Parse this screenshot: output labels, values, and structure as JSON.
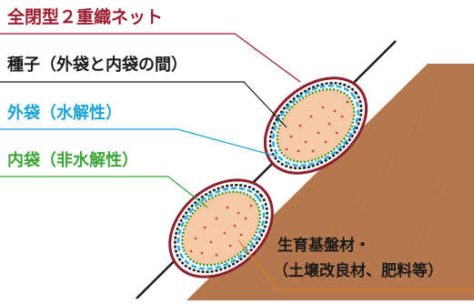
{
  "labels": {
    "net": {
      "text": "全閉型２重織ネット",
      "color": "#9b1c2e"
    },
    "seed": {
      "text": "種子（外袋と内袋の間）",
      "color": "#1a1a1a"
    },
    "outer_bag": {
      "text": "外袋（水解性）",
      "color": "#1aa3d9"
    },
    "inner_bag": {
      "text": "内袋（非水解性）",
      "color": "#3aa635"
    },
    "substrate_line1": {
      "text": "生育基盤材・",
      "color": "#1a1a1a"
    },
    "substrate_line2": {
      "text": "（土壌改良材、肥料等）",
      "color": "#1a1a1a"
    }
  },
  "colors": {
    "slope": "#b5784e",
    "net_outline": "#8e1f2c",
    "outer_bag": "#2aa8de",
    "inner_bag": "#3a9a35",
    "fill": "#f6c9a6",
    "dots": "#e03a2a",
    "net_line": "#1a1a1a"
  }
}
